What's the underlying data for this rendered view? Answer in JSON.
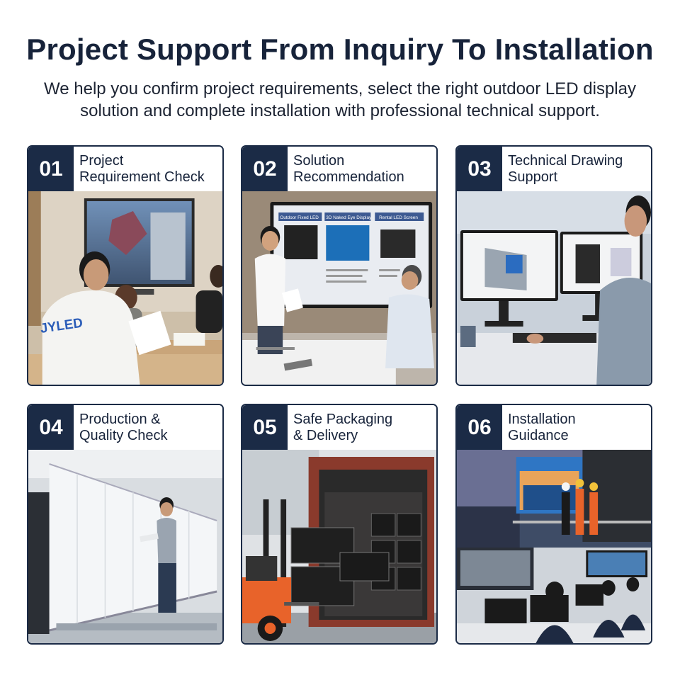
{
  "header": {
    "title": "Project Support From Inquiry To Installation",
    "subtitle_line1": "We help you confirm project requirements, select the right outdoor LED display",
    "subtitle_line2": "solution and complete installation with professional technical support."
  },
  "steps": [
    {
      "number": "01",
      "line1": "Project",
      "line2": "Requirement Check",
      "shirt_logo": "JYLED"
    },
    {
      "number": "02",
      "line1": "Solution",
      "line2": "Recommendation",
      "screen": {
        "col1": "Outdoor Fixed LED",
        "col2": "3D Naked Eye Display",
        "col3": "Rental LED Screen"
      }
    },
    {
      "number": "03",
      "line1": "Technical Drawing",
      "line2": "Support"
    },
    {
      "number": "04",
      "line1": "Production &",
      "line2": "Quality Check"
    },
    {
      "number": "05",
      "line1": "Safe Packaging",
      "line2": "& Delivery"
    },
    {
      "number": "06",
      "line1": "Installation",
      "line2": "Guidance"
    }
  ],
  "colors": {
    "navy": "#1b2b46",
    "title": "#17233a",
    "forklift": "#e8632a",
    "container": "#8a3a2c"
  }
}
